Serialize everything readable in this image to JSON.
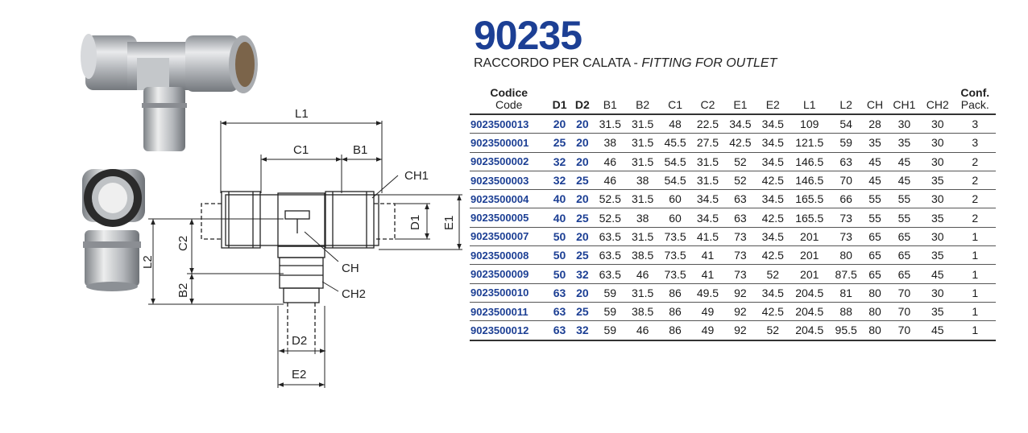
{
  "product": {
    "code": "90235",
    "subtitle_it": "RACCORDO PER CALATA -",
    "subtitle_en": "FITTING FOR OUTLET"
  },
  "drawing_labels": {
    "L1": "L1",
    "C1": "C1",
    "B1": "B1",
    "CH1": "CH1",
    "D1": "D1",
    "E1": "E1",
    "C2": "C2",
    "L2": "L2",
    "B2": "B2",
    "CH": "CH",
    "CH2": "CH2",
    "D2": "D2",
    "E2": "E2"
  },
  "table": {
    "headers": {
      "codice": "Codice",
      "code": "Code",
      "d1": "D1",
      "d2": "D2",
      "b1": "B1",
      "b2": "B2",
      "c1": "C1",
      "c2": "C2",
      "e1": "E1",
      "e2": "E2",
      "l1": "L1",
      "l2": "L2",
      "ch": "CH",
      "ch1": "CH1",
      "ch2": "CH2",
      "conf": "Conf.",
      "pack": "Pack."
    },
    "rows": [
      {
        "code": "9023500013",
        "d1": "20",
        "d2": "20",
        "b1": "31.5",
        "b2": "31.5",
        "c1": "48",
        "c2": "22.5",
        "e1": "34.5",
        "e2": "34.5",
        "l1": "109",
        "l2": "54",
        "ch": "28",
        "ch1": "30",
        "ch2": "30",
        "pack": "3"
      },
      {
        "code": "9023500001",
        "d1": "25",
        "d2": "20",
        "b1": "38",
        "b2": "31.5",
        "c1": "45.5",
        "c2": "27.5",
        "e1": "42.5",
        "e2": "34.5",
        "l1": "121.5",
        "l2": "59",
        "ch": "35",
        "ch1": "35",
        "ch2": "30",
        "pack": "3"
      },
      {
        "code": "9023500002",
        "d1": "32",
        "d2": "20",
        "b1": "46",
        "b2": "31.5",
        "c1": "54.5",
        "c2": "31.5",
        "e1": "52",
        "e2": "34.5",
        "l1": "146.5",
        "l2": "63",
        "ch": "45",
        "ch1": "45",
        "ch2": "30",
        "pack": "2"
      },
      {
        "code": "9023500003",
        "d1": "32",
        "d2": "25",
        "b1": "46",
        "b2": "38",
        "c1": "54.5",
        "c2": "31.5",
        "e1": "52",
        "e2": "42.5",
        "l1": "146.5",
        "l2": "70",
        "ch": "45",
        "ch1": "45",
        "ch2": "35",
        "pack": "2"
      },
      {
        "code": "9023500004",
        "d1": "40",
        "d2": "20",
        "b1": "52.5",
        "b2": "31.5",
        "c1": "60",
        "c2": "34.5",
        "e1": "63",
        "e2": "34.5",
        "l1": "165.5",
        "l2": "66",
        "ch": "55",
        "ch1": "55",
        "ch2": "30",
        "pack": "2"
      },
      {
        "code": "9023500005",
        "d1": "40",
        "d2": "25",
        "b1": "52.5",
        "b2": "38",
        "c1": "60",
        "c2": "34.5",
        "e1": "63",
        "e2": "42.5",
        "l1": "165.5",
        "l2": "73",
        "ch": "55",
        "ch1": "55",
        "ch2": "35",
        "pack": "2"
      },
      {
        "code": "9023500007",
        "d1": "50",
        "d2": "20",
        "b1": "63.5",
        "b2": "31.5",
        "c1": "73.5",
        "c2": "41.5",
        "e1": "73",
        "e2": "34.5",
        "l1": "201",
        "l2": "73",
        "ch": "65",
        "ch1": "65",
        "ch2": "30",
        "pack": "1"
      },
      {
        "code": "9023500008",
        "d1": "50",
        "d2": "25",
        "b1": "63.5",
        "b2": "38.5",
        "c1": "73.5",
        "c2": "41",
        "e1": "73",
        "e2": "42.5",
        "l1": "201",
        "l2": "80",
        "ch": "65",
        "ch1": "65",
        "ch2": "35",
        "pack": "1"
      },
      {
        "code": "9023500009",
        "d1": "50",
        "d2": "32",
        "b1": "63.5",
        "b2": "46",
        "c1": "73.5",
        "c2": "41",
        "e1": "73",
        "e2": "52",
        "l1": "201",
        "l2": "87.5",
        "ch": "65",
        "ch1": "65",
        "ch2": "45",
        "pack": "1"
      },
      {
        "code": "9023500010",
        "d1": "63",
        "d2": "20",
        "b1": "59",
        "b2": "31.5",
        "c1": "86",
        "c2": "49.5",
        "e1": "92",
        "e2": "34.5",
        "l1": "204.5",
        "l2": "81",
        "ch": "80",
        "ch1": "70",
        "ch2": "30",
        "pack": "1"
      },
      {
        "code": "9023500011",
        "d1": "63",
        "d2": "25",
        "b1": "59",
        "b2": "38.5",
        "c1": "86",
        "c2": "49",
        "e1": "92",
        "e2": "42.5",
        "l1": "204.5",
        "l2": "88",
        "ch": "80",
        "ch1": "70",
        "ch2": "35",
        "pack": "1"
      },
      {
        "code": "9023500012",
        "d1": "63",
        "d2": "32",
        "b1": "59",
        "b2": "46",
        "c1": "86",
        "c2": "49",
        "e1": "92",
        "e2": "52",
        "l1": "204.5",
        "l2": "95.5",
        "ch": "80",
        "ch1": "70",
        "ch2": "45",
        "pack": "1"
      }
    ]
  },
  "colors": {
    "brand_blue": "#1c3f94",
    "metal": "#b9bcc0"
  }
}
